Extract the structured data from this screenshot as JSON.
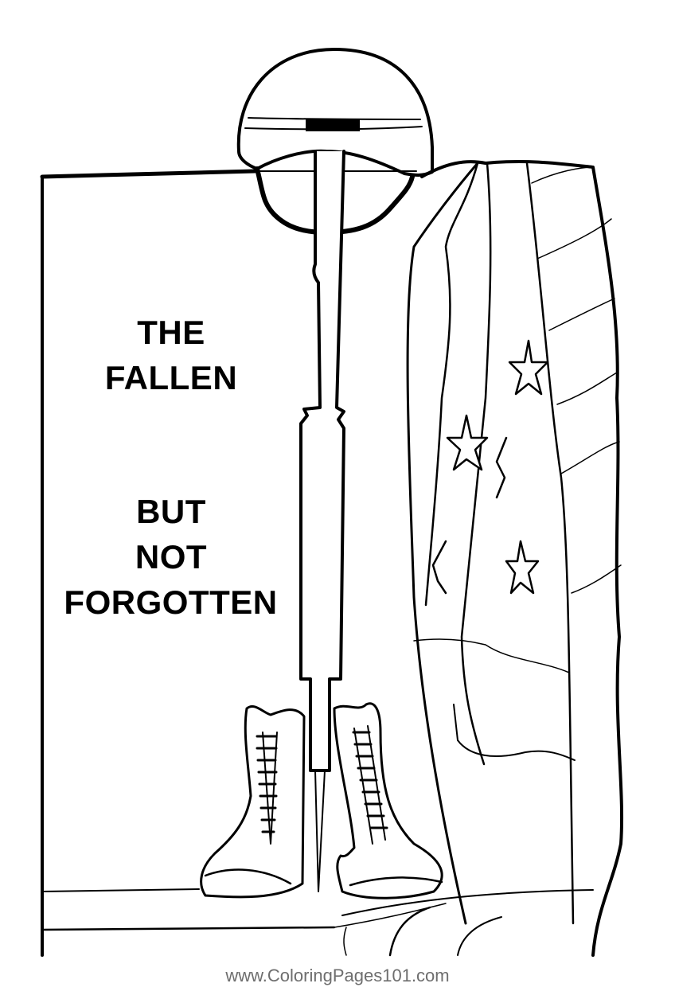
{
  "artwork": {
    "subject": "battlefield cross memorial with helmet, rifle, boots and draped flag",
    "line_color": "#000000",
    "background_color": "#ffffff"
  },
  "caption": {
    "lines": [
      "THE",
      "FALLEN",
      "BUT",
      "NOT",
      "FORGOTTEN"
    ]
  },
  "footer": {
    "watermark": "www.ColoringPages101.com",
    "color": "#6e6e6e"
  }
}
